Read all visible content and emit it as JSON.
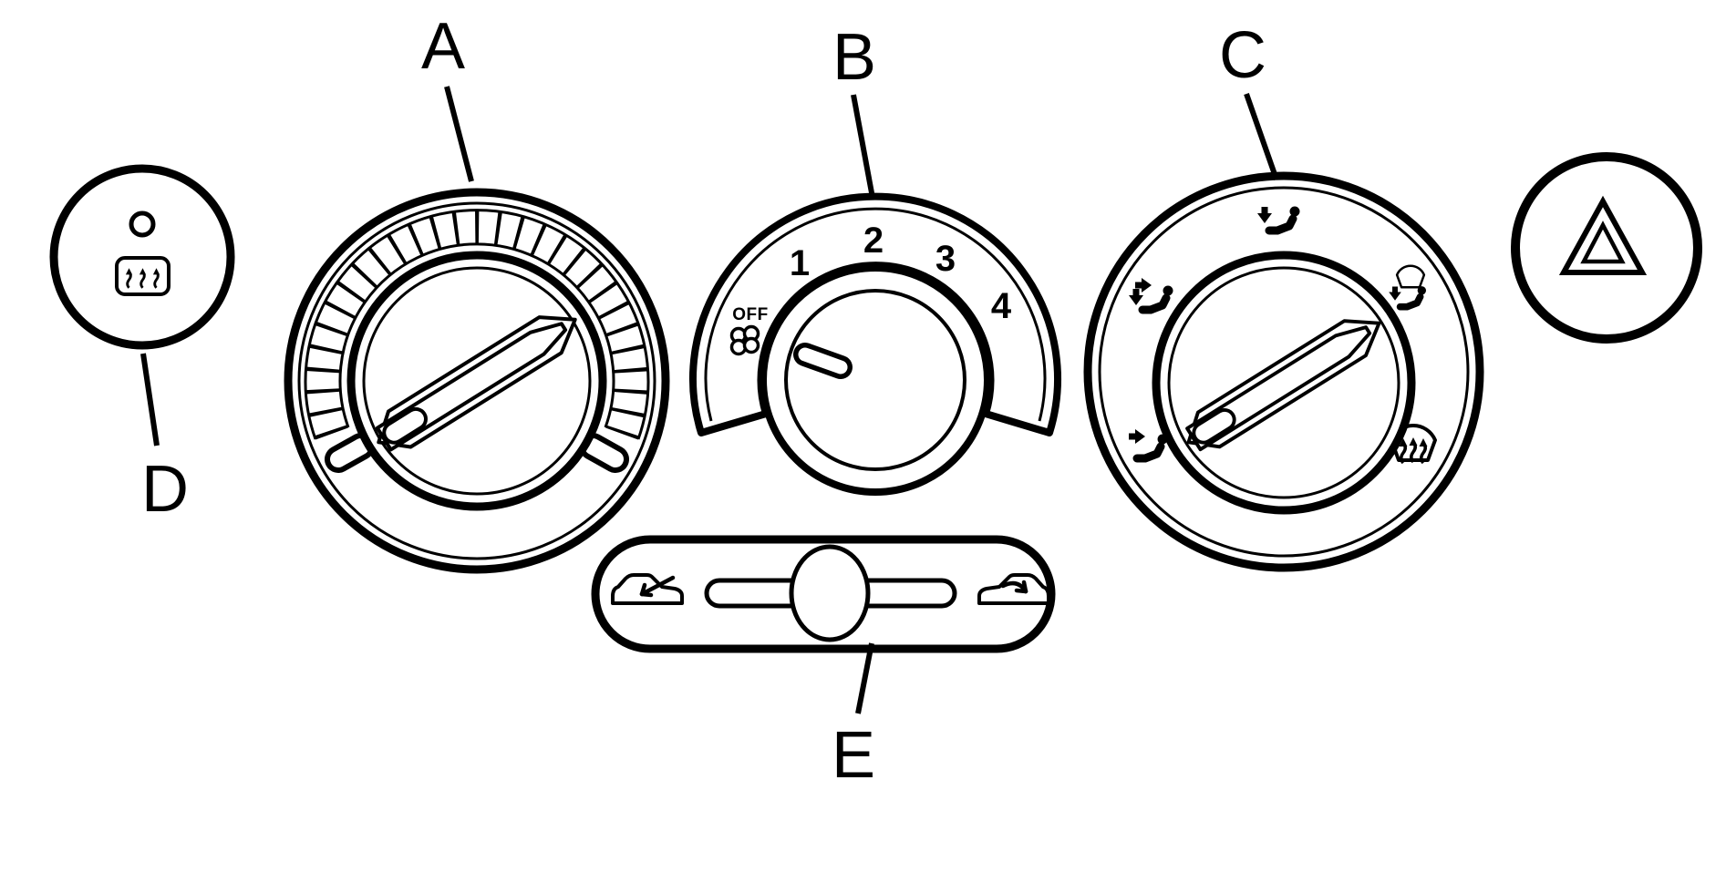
{
  "colors": {
    "line": "#000000",
    "background": "#ffffff"
  },
  "callouts": {
    "a": "A",
    "b": "B",
    "c": "C",
    "d": "D",
    "e": "E"
  },
  "fan_dial": {
    "off_label": "OFF",
    "speeds": [
      "1",
      "2",
      "3",
      "4"
    ]
  },
  "icons": {
    "defrost_button": "rear-window-defrost-icon",
    "defrost_button_indicator": "indicator-lamp",
    "fan": "fan-blades-icon",
    "mode_face": "face-vent-icon",
    "mode_bilevel": "bilevel-vent-icon",
    "mode_floor": "floor-vent-icon",
    "mode_floor_defrost": "floor-defrost-icon",
    "mode_defrost": "windshield-defrost-icon",
    "slider_left": "fresh-air-icon",
    "slider_right": "recirculation-icon",
    "hazard": "hazard-triangle-icon"
  }
}
